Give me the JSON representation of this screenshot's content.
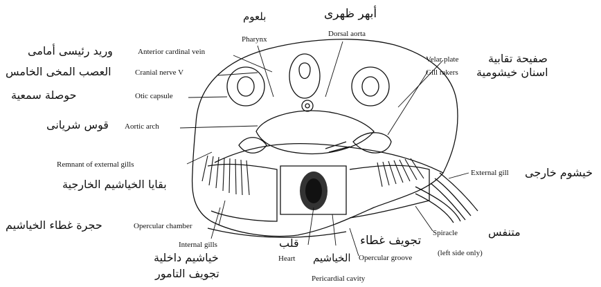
{
  "labels": {
    "pharynx_ar": "بلعوم",
    "pharynx_en": "Pharynx",
    "dorsal_aorta_ar": "أبهر ظهرى",
    "dorsal_aorta_en": "Dorsal aorta",
    "ant_cardinal_en": "Anterior cardinal vein",
    "ant_cardinal_ar": "وريد رئيسى أمامى",
    "cranial_nerve_en": "Cranial nerve V",
    "cranial_nerve_ar": "العصب المخى الخامس",
    "otic_en": "Otic capsule",
    "otic_ar": "حوصلة سمعية",
    "aortic_arch_en": "Aortic arch",
    "aortic_arch_ar": "قوس شريانى",
    "remnant_en": "Remnant of external gills",
    "remnant_ar": "بقايا الخياشيم الخارجية",
    "opercular_chamber_en": "Opercular chamber",
    "opercular_chamber_ar": "حجرة غطاء الخياشيم",
    "internal_gills_en": "Internal gills",
    "internal_gills_ar": "خياشيم داخلية",
    "pericardial_ar": "تجويف التامور",
    "pericardial_en": "Pericardial cavity",
    "heart_ar": "قلب",
    "heart_en": "Heart",
    "gills_ar": "الخياشيم",
    "opercular_groove_ar": "تجويف غطاء",
    "opercular_groove_en": "Opercular groove",
    "velar_en": "Velar plate",
    "velar_ar": "صفيحة تقابية",
    "gill_rakers_en": "Gill rakers",
    "gill_rakers_ar": "اسنان خيشومية",
    "external_gill_en": "External gill",
    "external_gill_ar": "خيشوم خارجى",
    "spiracle_en": "Spiracle",
    "spiracle_ar": "متنفس",
    "left_side_en": "(left side only)"
  },
  "colors": {
    "ink": "#111111",
    "paper": "#ffffff"
  }
}
